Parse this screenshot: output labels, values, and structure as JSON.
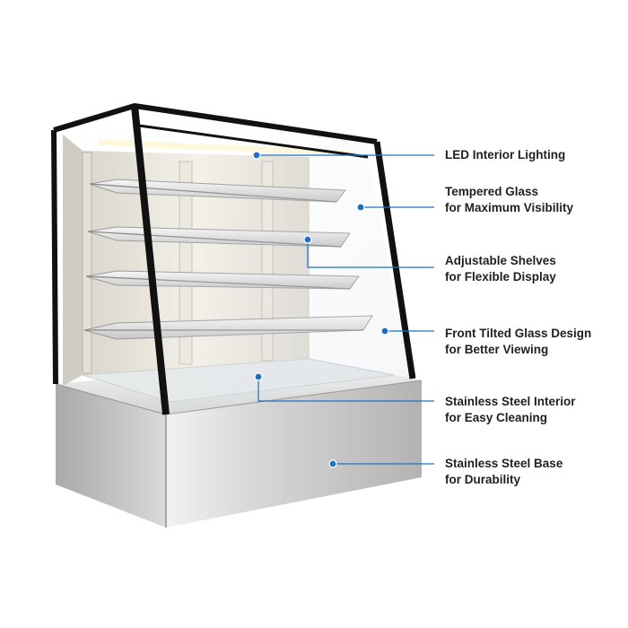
{
  "callouts": [
    {
      "line1": "LED Interior Lighting",
      "line2": ""
    },
    {
      "line1": "Tempered Glass",
      "line2": "for Maximum Visibility"
    },
    {
      "line1": "Adjustable Shelves",
      "line2": "for Flexible Display"
    },
    {
      "line1": "Front Tilted Glass Design",
      "line2": "for Better Viewing"
    },
    {
      "line1": "Stainless Steel Interior",
      "line2": "for Easy Cleaning"
    },
    {
      "line1": "Stainless Steel Base",
      "line2": "for Durability"
    }
  ],
  "colors": {
    "callout_line": "#1f6fc4",
    "frame": "#111111",
    "steel_light": "#e9e9e9",
    "steel_dark": "#9a9a9a"
  },
  "icons": [
    "callout-dot-icon"
  ]
}
